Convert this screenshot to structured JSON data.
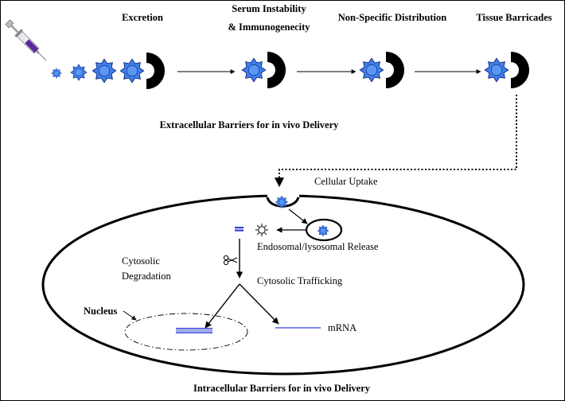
{
  "diagram": {
    "stages": {
      "excretion": "Excretion",
      "serum_line1": "Serum Instability",
      "serum_line2": "& Immunogenecity",
      "distribution": "Non-Specific Distribution",
      "tissue": "Tissue Barricades"
    },
    "extracellular_title": "Extracellular Barriers for in vivo Delivery",
    "intracellular_title": "Intracellular Barriers for in vivo Delivery",
    "labels": {
      "cellular_uptake": "Cellular Uptake",
      "endosomal_release": "Endosomal/lysosomal Release",
      "cytosolic_degradation_line1": "Cytosolic",
      "cytosolic_degradation_line2": "Degradation",
      "cytosolic_trafficking": "Cytosolic Trafficking",
      "nucleus": "Nucleus",
      "mrna": "mRNA"
    },
    "colors": {
      "particle_fill": "#3f7fe8",
      "particle_stroke": "#0a1f7a",
      "syringe_liquid": "#5a2a9c",
      "strand": "#3040d0"
    },
    "icons": [
      "syringe-icon",
      "scissors-icon",
      "nanoparticle-icon",
      "cell-membrane-icon"
    ]
  }
}
